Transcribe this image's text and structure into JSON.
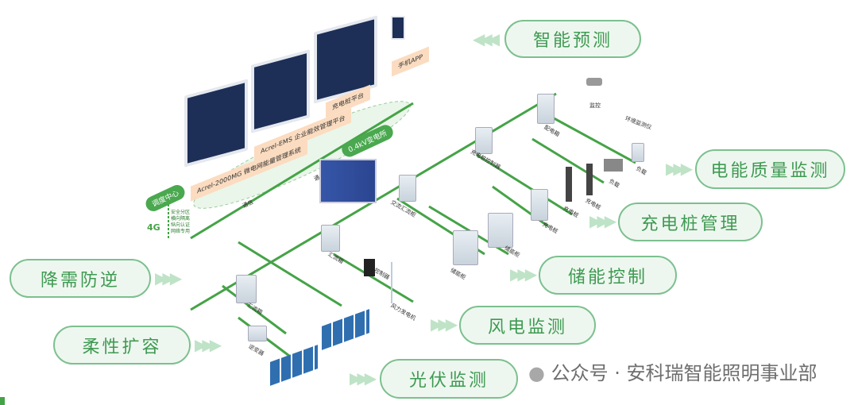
{
  "features": {
    "smart_forecast": "智能预测",
    "power_quality": "电能质量监测",
    "charging_pile_mgmt": "充电桩管理",
    "storage_control": "储能控制",
    "wind_monitor": "风电监测",
    "demand_anti_reverse": "降需防逆",
    "flexible_expansion": "柔性扩容",
    "pv_monitor": "光伏监测"
  },
  "platforms": {
    "mg_system": "Acrel-2000MG 微电网能量管理系统",
    "ems_platform": "Acrel-EMS 企业能效管理平台",
    "charging_platform": "充电桩平台",
    "mobile_app": "手机APP"
  },
  "nodes": {
    "dispatch_center": "调度中心",
    "substation": "0.4kV变电所",
    "dispatch_notes": [
      "安全分区",
      "横向隔离",
      "纵向认证",
      "网络专用"
    ],
    "net_4g": "4G",
    "ac_cabinet": "交流汇流柜",
    "charging_ctrl": "充电桩控制器",
    "distribution_box": "配电箱",
    "monitor": "监控",
    "env_monitor": "环境监测仪",
    "load1": "负载",
    "load2": "负载",
    "pile1": "充电桩",
    "pile2": "充电桩",
    "pile3": "充电桩",
    "storage1": "储能柜",
    "storage2": "储能柜",
    "combiner1": "汇流箱",
    "combiner2": "汇流箱",
    "inverter": "逆变器",
    "controller": "控制器",
    "wind_turbine": "风力发电机",
    "comm1": "通信",
    "comm2": "通信"
  },
  "watermark": "公众号 · 安科瑞智能照明事业部"
}
